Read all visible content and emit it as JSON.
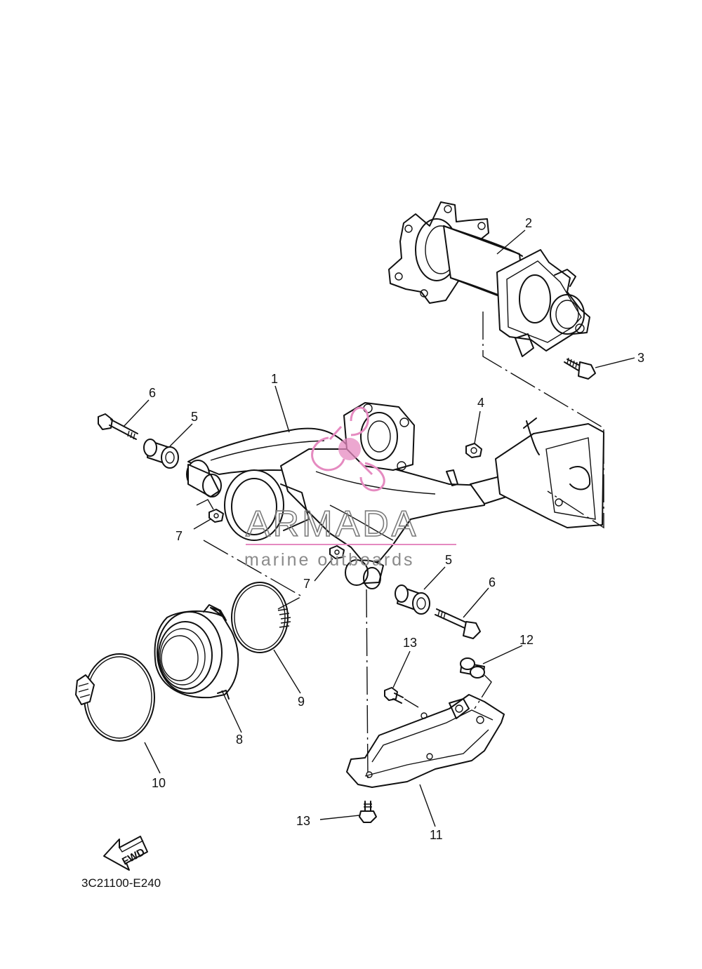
{
  "diagram_code": "3C21100-E240",
  "fwd_label": "FWD",
  "watermark": {
    "brand": "ARMADA",
    "tagline": "marine outboards",
    "accent_color": "#e58ac0",
    "text_color": "#7a7a7a"
  },
  "callouts": {
    "c1": "1",
    "c2": "2",
    "c3": "3",
    "c4": "4",
    "c5a": "5",
    "c5b": "5",
    "c6a": "6",
    "c6b": "6",
    "c7a": "7",
    "c7b": "7",
    "c8": "8",
    "c9": "9",
    "c10": "10",
    "c11": "11",
    "c12": "12",
    "c13a": "13",
    "c13b": "13"
  }
}
